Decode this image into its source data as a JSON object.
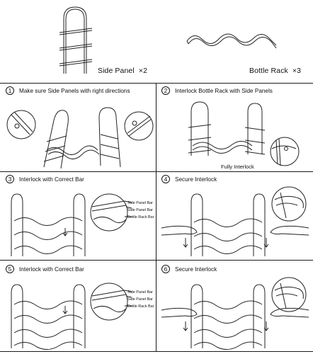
{
  "parts": {
    "side_panel": {
      "name": "Side Panel",
      "qty": "×2"
    },
    "bottle_rack": {
      "name": "Bottle Rack",
      "qty": "×3"
    }
  },
  "steps": [
    {
      "num": "1",
      "text": "Make sure Side Panels with right directions"
    },
    {
      "num": "2",
      "text": "Interlock Bottle Rack with Side Panels",
      "note": "Fully Interlock"
    },
    {
      "num": "3",
      "text": "Interlock with Correct Bar",
      "callouts": [
        "Side Panel Bar",
        "Side Panel Bar",
        "Bottle Rack Bar"
      ]
    },
    {
      "num": "4",
      "text": "Secure Interlock"
    },
    {
      "num": "5",
      "text": "Interlock with Correct Bar",
      "callouts": [
        "Side Panel Bar",
        "Side Panel Bar",
        "Bottle Rack Bar"
      ]
    },
    {
      "num": "6",
      "text": "Secure Interlock"
    }
  ]
}
